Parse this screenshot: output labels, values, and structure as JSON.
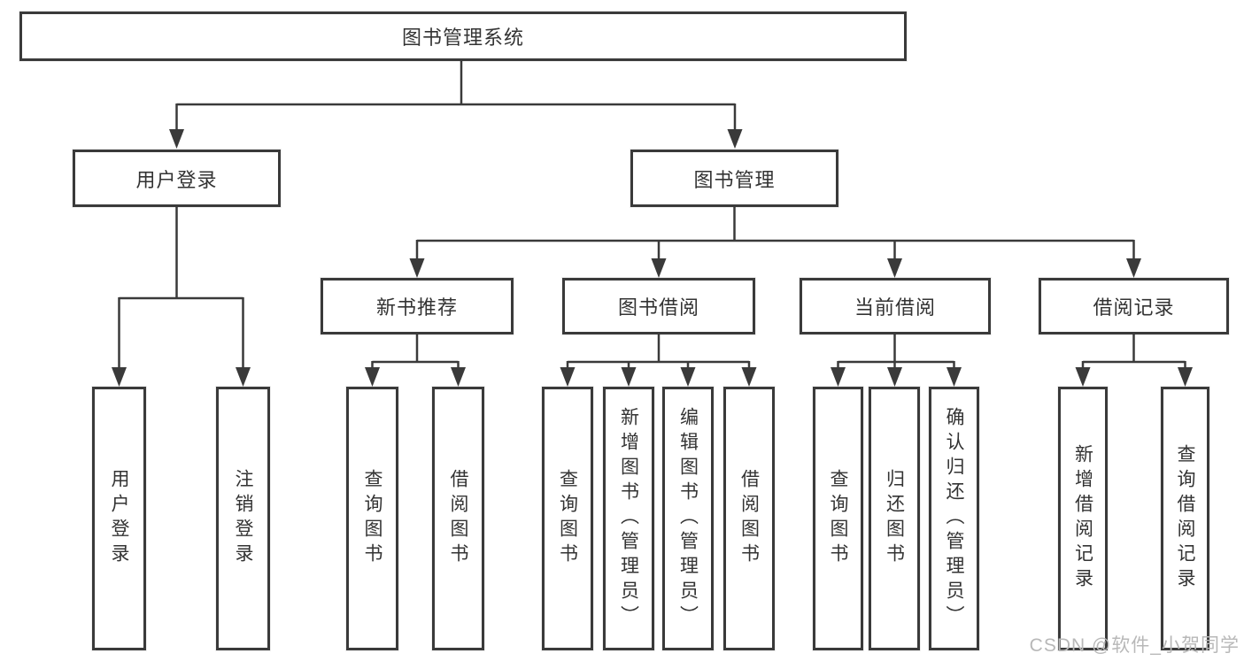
{
  "diagram": {
    "root_label": "图书管理系统",
    "level2": [
      {
        "label": "用户登录",
        "children": [
          "用户登录",
          "注销登录"
        ]
      },
      {
        "label": "图书管理"
      }
    ],
    "level3": [
      {
        "label": "新书推荐",
        "children": [
          "查询图书",
          "借阅图书"
        ]
      },
      {
        "label": "图书借阅",
        "children": [
          "查询图书",
          "新增图书（管理员）",
          "编辑图书（管理员）",
          "借阅图书"
        ]
      },
      {
        "label": "当前借阅",
        "children": [
          "查询图书",
          "归还图书",
          "确认归还（管理员）"
        ]
      },
      {
        "label": "借阅记录",
        "children": [
          "新增借阅记录",
          "查询借阅记录"
        ]
      }
    ]
  },
  "watermark": {
    "text": "CSDN @软件_小贺同学"
  },
  "colors": {
    "line": "#3a3a3a",
    "text": "#333333",
    "watermark": "#b8b8b8"
  }
}
